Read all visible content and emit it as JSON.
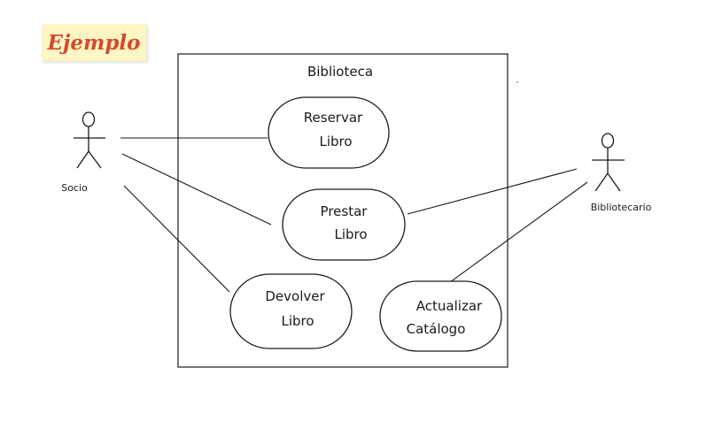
{
  "title": "Ejemplo",
  "colors": {
    "title_text": "#d9482b",
    "title_background": "#fdf6c4",
    "stroke": "#1a1a1a"
  },
  "system": {
    "name": "Biblioteca"
  },
  "actors": {
    "socio": "Socio",
    "bibliotecario": "Bibliotecario"
  },
  "use_cases": {
    "reservar": [
      "Reservar",
      "Libro"
    ],
    "prestar": [
      "Prestar",
      "Libro"
    ],
    "devolver": [
      "Devolver",
      "Libro"
    ],
    "actualizar": [
      "Actualizar",
      "Catálogo"
    ]
  }
}
